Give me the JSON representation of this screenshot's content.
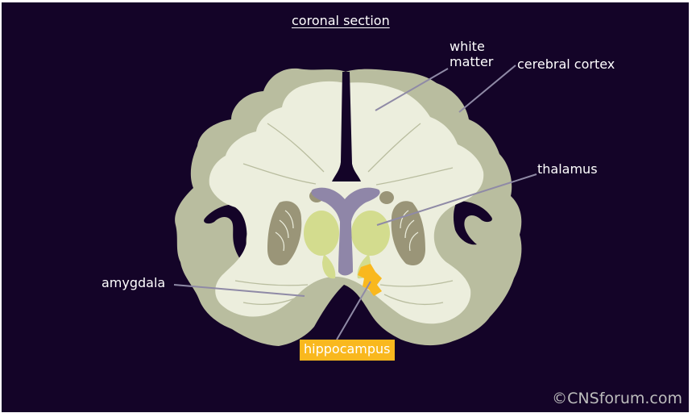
{
  "title": "coronal section",
  "labels": {
    "white_matter": "white\nmatter",
    "cerebral_cortex": "cerebral cortex",
    "thalamus": "thalamus",
    "amygdala": "amygdala",
    "hippocampus": "hippocampus"
  },
  "credit": "©CNSforum.com",
  "colors": {
    "background": "#140428",
    "cortex": "#b9bd9f",
    "white_matter": "#eceedd",
    "thalamus": "#d3dc8e",
    "ventricle": "#8f86a8",
    "basal_ganglia": "#9a9578",
    "hippocampus": "#f9b81e",
    "leader_line": "#8f8aa6"
  }
}
